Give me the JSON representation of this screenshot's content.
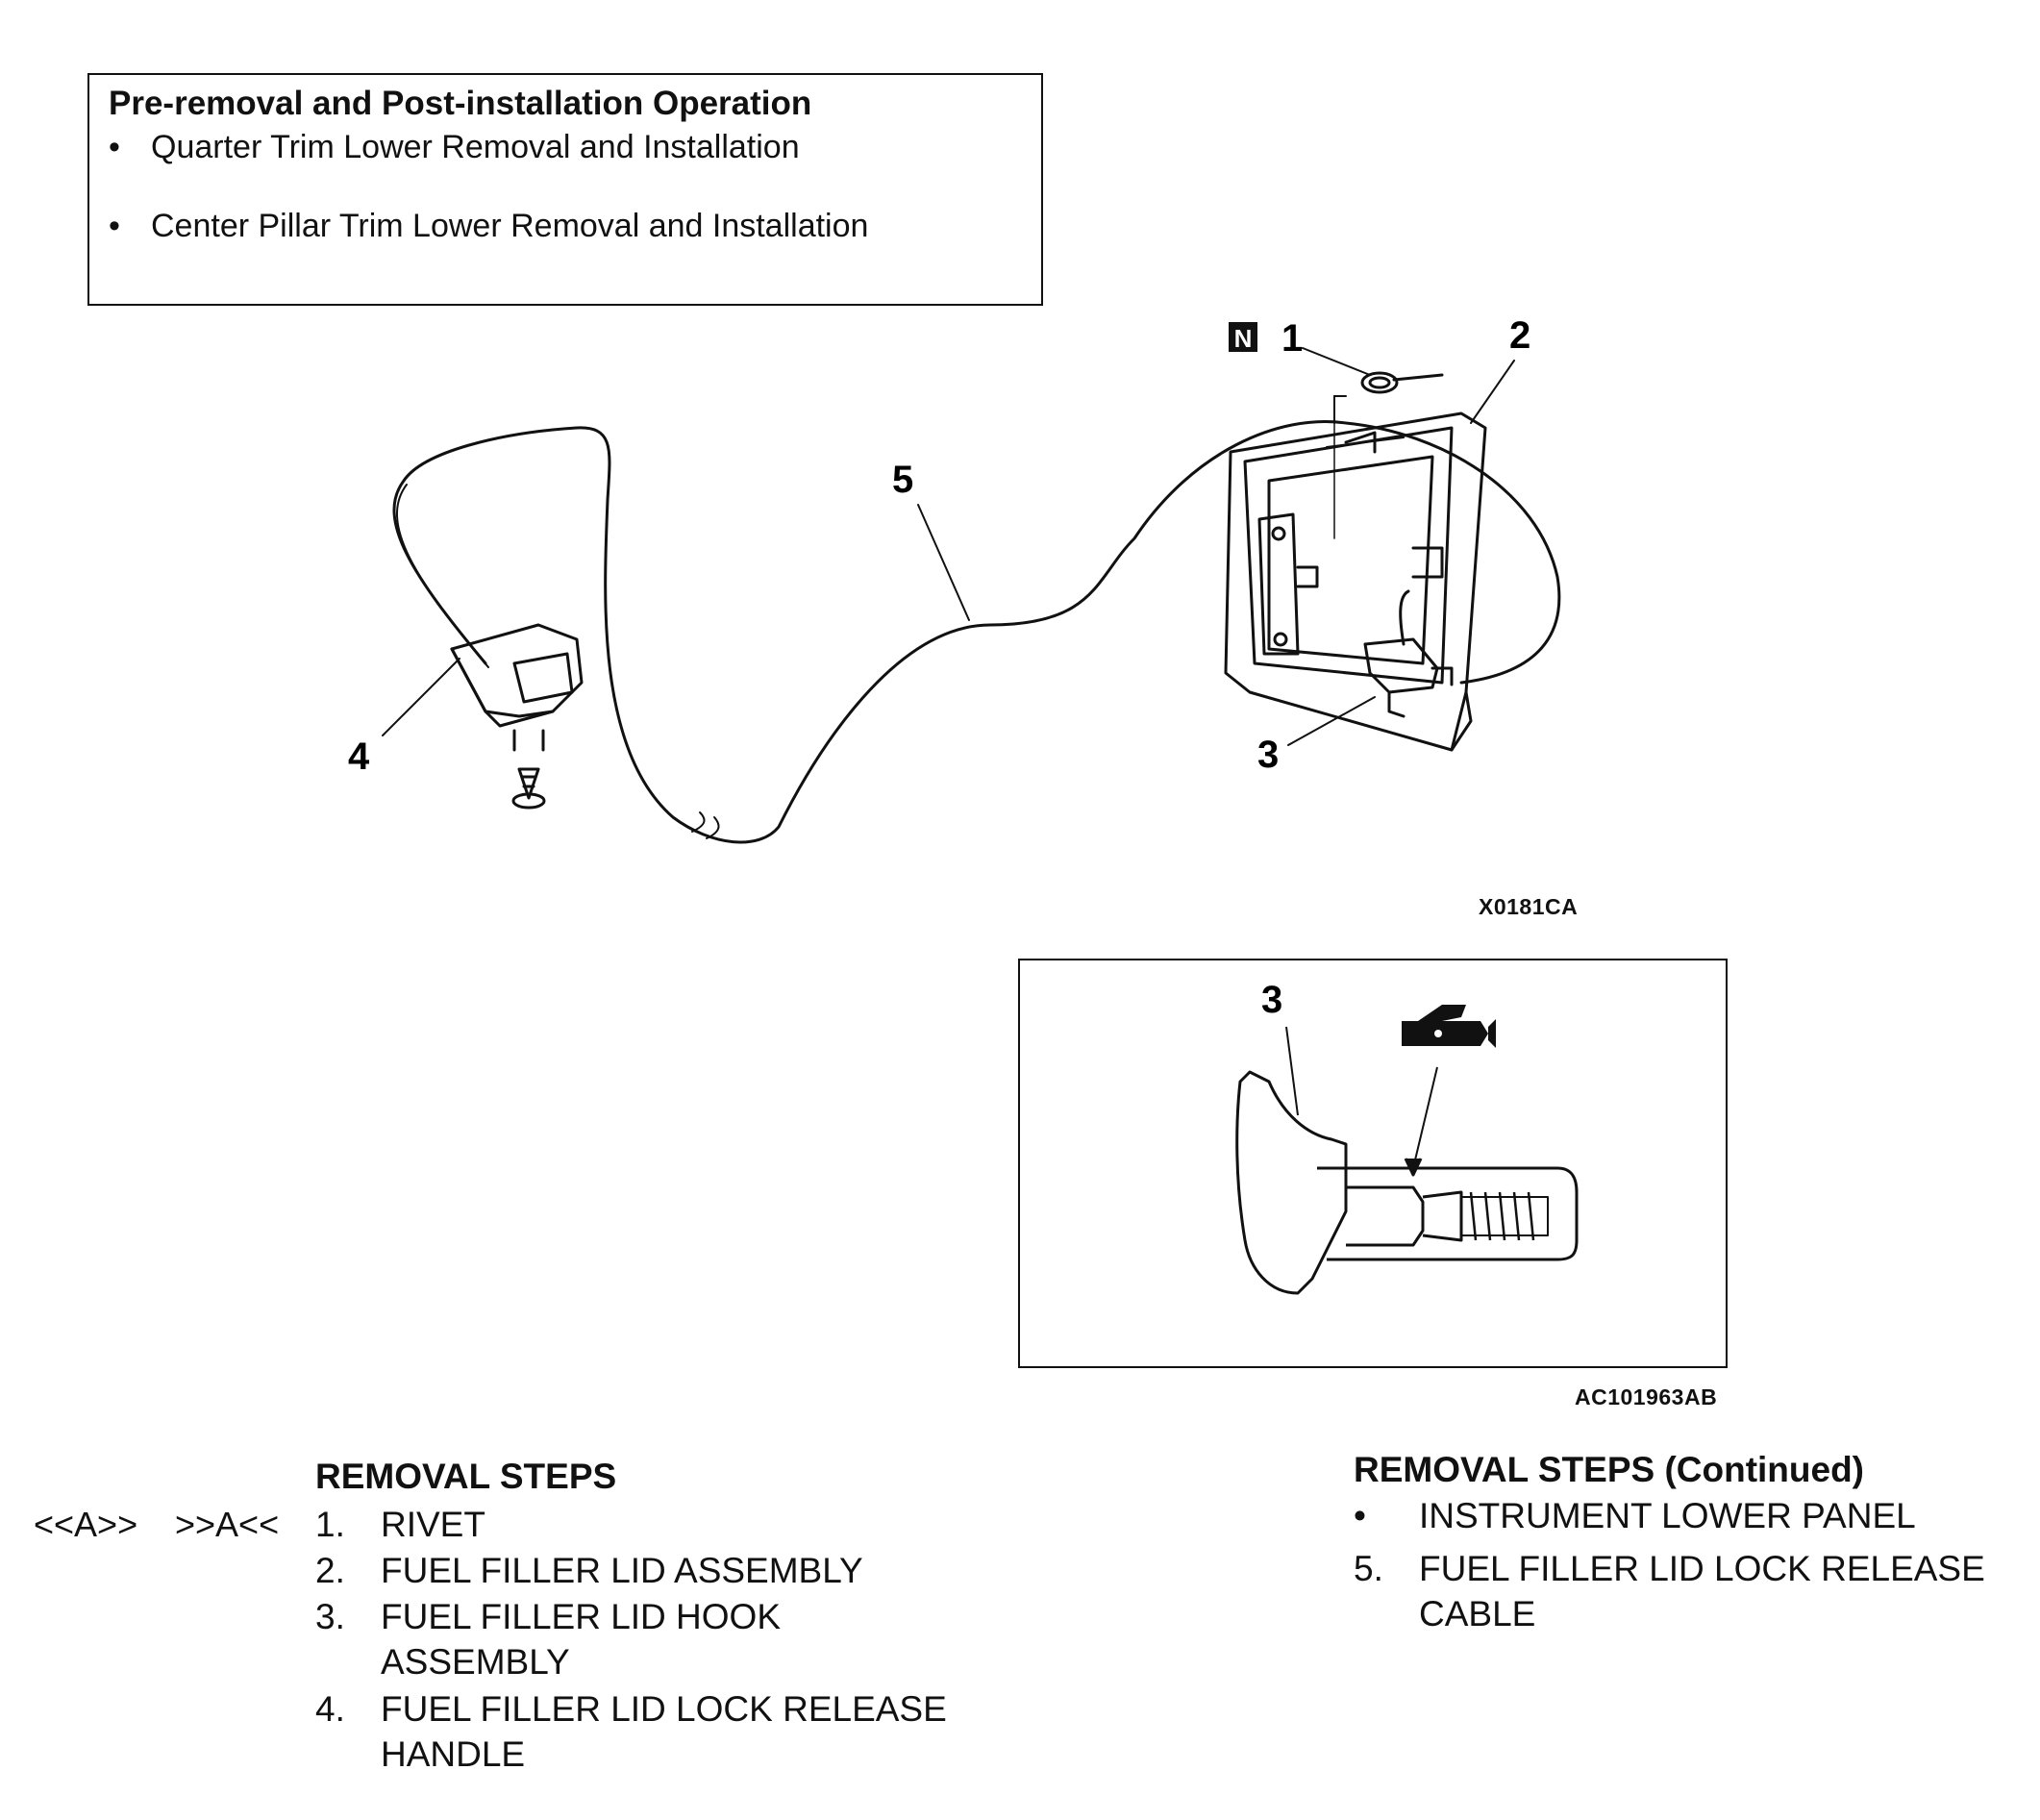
{
  "pre_operation": {
    "title": "Pre-removal and Post-installation Operation",
    "items": [
      "Quarter Trim Lower Removal and Installation",
      "Center Pillar Trim Lower Removal and Installation"
    ]
  },
  "diagram": {
    "callouts": [
      "1",
      "2",
      "3",
      "4",
      "5"
    ],
    "new_part_mark": "N",
    "figure_code": "X0181CA"
  },
  "detail": {
    "callout": "3",
    "figure_code": "AC101963AB"
  },
  "removal_steps": {
    "title": "REMOVAL STEPS",
    "symbol_removal": "<<A>>",
    "symbol_installation": ">>A<<",
    "steps": [
      {
        "num": "1.",
        "lines": [
          "RIVET"
        ]
      },
      {
        "num": "2.",
        "lines": [
          "FUEL FILLER LID ASSEMBLY"
        ]
      },
      {
        "num": "3.",
        "lines": [
          "FUEL FILLER LID HOOK",
          "ASSEMBLY"
        ]
      },
      {
        "num": "4.",
        "lines": [
          "FUEL FILLER LID LOCK RELEASE",
          "HANDLE"
        ]
      }
    ]
  },
  "removal_steps_continued": {
    "title": "REMOVAL STEPS (Continued)",
    "bullet": "•",
    "bullet_item": "INSTRUMENT LOWER PANEL",
    "steps": [
      {
        "num": "5.",
        "lines": [
          "FUEL FILLER LID LOCK RELEASE",
          "CABLE"
        ]
      }
    ]
  }
}
